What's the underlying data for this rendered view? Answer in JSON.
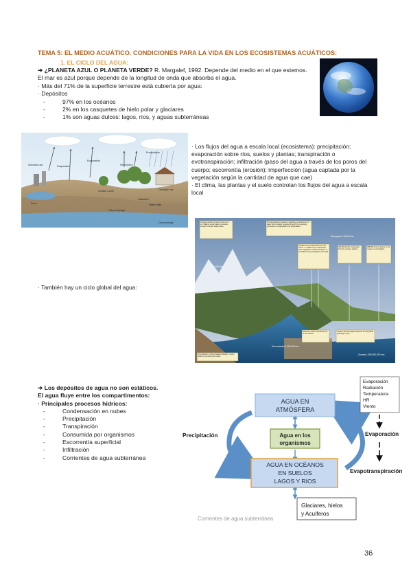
{
  "title": "TEMA 5: EL MEDIO ACUÁTICO. CONDICIONES PARA LA VIDA EN LOS ECOSISTEMAS ACUÁTICOS:",
  "subtitle": "1.    EL CICLO DEL AGUA:",
  "intro": {
    "q_bold": "➔ ¿PLANETA AZUL O PLANETA VERDE?",
    "q_rest": " R. Margalef, 1992. Depende del medio en el que estemos. El mar es azul porque depende de la longitud de onda que absorba el agua.",
    "line2": "· Más del 71% de la superficie terrestre está cubierta por agua:",
    "line3": "· Depósitos",
    "items": [
      "97% en los océanos",
      "2% en los casquetes de hielo polar y glaciares",
      "1% son aguas dulces: lagos, ríos, y aguas subterráneas"
    ]
  },
  "flows": {
    "p1": "· Los flujos del agua a escala local (ecosistema): precipitación; evaporación sobre ríos, suelos y plantas; transpiración o evotranspiración; infiltración (paso del agua a través de los poros del cuerpo; escorrentía (erosión); imperfección (agua captada por la vegetación según la cantidad de agua que cae)",
    "p2": "· El clima, las plantas y el suelo controlan los flujos del agua a escala local"
  },
  "local_diagram": {
    "labels": [
      "Industrial use",
      "Evaporation",
      "Evaporation",
      "Precipitation",
      "Interception",
      "Pond",
      "Infiltration",
      "Surface runoff",
      "Water table",
      "Deep seepage",
      "Domestic use",
      "Deep storage"
    ]
  },
  "global_label": "· También hay un ciclo global del agua:",
  "global_diagram": {
    "boxes": [
      "A large quantity of water is tied up in ice. Melting would raise the oceans enough to flood coastal cities.",
      "The atmosphere contains a relatively small amount of water that is rapidly renewed through the opposing processes of evaporation and precipitation.",
      "40,000 km³/yr evaporated from the ocean + 71,000 km³/yr evaporated from vegetation and land surfaces (= 111,000 km³/yr) precipitates onto land.",
      "425,000 km³/yr evaporates from the ocean's surface.",
      "385,000 km³/yr returns to the ocean as precipitation.",
      "River flow carries 40,000 km³/yr to the oceans.",
      "Oceans are the largest reservoir for the global hydrologic cycle.",
      "Groundwater is being depleted rapidly in many areas by pumping from wells."
    ],
    "figures": [
      "27,500,000 km³",
      "Atmosphere 15,500 km³",
      "Groundwater 8,200,000 km³",
      "Oceans 1,350,000,000 km³"
    ]
  },
  "deposits": {
    "l1": "➔ Los depósitos de agua no son estáticos.",
    "l2": "El agua fluye entre los compartimentos:",
    "l3": "· Principales procesos hídricos:",
    "items": [
      "Condensación en nubes",
      "Precipitación",
      "Transpiración",
      "Consumida por organismos",
      "Escorrentía superficial",
      "Infiltración",
      "Corrientes de agua subterránea"
    ]
  },
  "cycle_diagram": {
    "box_atm": [
      "AGUA EN",
      "ATMÓSFERA"
    ],
    "box_org": [
      "Agua en los",
      "organismos"
    ],
    "box_ocean": [
      "AGUA EN OCÉANOS",
      "EN SUELOS",
      "LAGOS Y RIOS"
    ],
    "box_glaciers": [
      "Glaciares, hielos",
      "y Acuíferos"
    ],
    "precip": "Precipitación",
    "evap": "Evaporación",
    "evapotrans": "Evapotranspiración",
    "factors": [
      "Evaporación",
      "Radiación",
      "Temperatura",
      "HR",
      "Viento"
    ],
    "faded": "Corrientes de agua subterránea"
  },
  "page_number": "36",
  "colors": {
    "title": "#b5621e",
    "subtitle": "#e8a04c",
    "box_fill": "#c6d9f1",
    "box_org": "#d8e4bc",
    "arrow": "#5b8fc7"
  }
}
